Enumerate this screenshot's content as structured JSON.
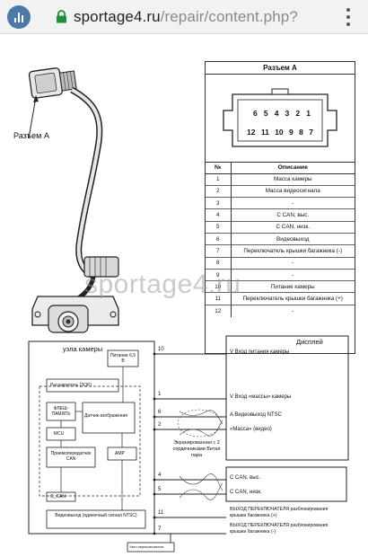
{
  "browser": {
    "url_domain": "sportage4.ru",
    "url_path": "/repair/content.php?",
    "icons": [
      "site-chart-icon",
      "lock-icon",
      "more-vert-icon"
    ]
  },
  "photo": {
    "label": "Разъем А"
  },
  "connector": {
    "title": "Разъем А",
    "pins_top": [
      "6",
      "5",
      "4",
      "3",
      "2",
      "1"
    ],
    "pins_bottom": [
      "12",
      "11",
      "10",
      "9",
      "8",
      "7"
    ],
    "headers": {
      "num": "№",
      "desc": "Описание"
    },
    "rows": [
      {
        "num": "1",
        "desc": "Масса камеры"
      },
      {
        "num": "2",
        "desc": "Масса видеосигнала"
      },
      {
        "num": "3",
        "desc": "-"
      },
      {
        "num": "4",
        "desc": "C CAN, выс."
      },
      {
        "num": "5",
        "desc": "C CAN, низк."
      },
      {
        "num": "6",
        "desc": "Видеовыход"
      },
      {
        "num": "7",
        "desc": "Переключатель крышки багажника (-)"
      },
      {
        "num": "8",
        "desc": "-"
      },
      {
        "num": "9",
        "desc": "-"
      },
      {
        "num": "10",
        "desc": "Питание камеры"
      },
      {
        "num": "11",
        "desc": "Переключатель крышки багажника (+)"
      },
      {
        "num": "12",
        "desc": "-"
      }
    ]
  },
  "watermark": "sportage4.ru",
  "wiring": {
    "left_title": "узла камеры",
    "right_title": "Дисплей",
    "power_block": "Питание 6,5 В",
    "expander": "Расширитель (ЗОР)",
    "flash": "ФЛЕШ-ПАМЯТЬ",
    "sensor": "Датчик изображения",
    "mcu": "MCU",
    "transceiver": "Приемопередатчик CAN",
    "amp": "AMP",
    "c_can": "C_CAN",
    "video_out": "Видеовыход (одиночный сигнал NTSC)",
    "bottom_box": "Узел переключателя",
    "shield_note": "Экранированная с 2 сердечниками Витая пара",
    "pins_left": [
      "10",
      "1",
      "6",
      "2",
      "4",
      "5",
      "11",
      "7"
    ],
    "signals": [
      "V Вход питания камеры",
      "V Вход «массы» камеры",
      "A Видеовыход NTSC",
      "«Масса» (видео)",
      "C CAN, выс.",
      "C CAN, низк.",
      "ВЫХОД ПЕРЕКЛЮЧАТЕЛЯ разблокирования крышки багажника (+)",
      "ВЫХОД ПЕРЕКЛЮЧАТЕЛЯ разблокирования крышки багажника (-)"
    ]
  }
}
